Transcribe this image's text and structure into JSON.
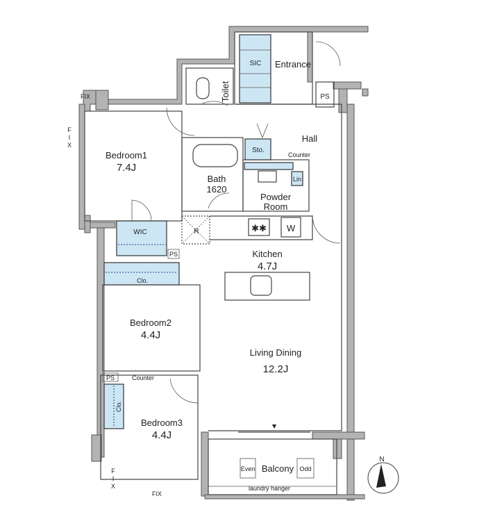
{
  "rooms": {
    "bedroom1": {
      "name": "Bedroom1",
      "size": "7.4J"
    },
    "bedroom2": {
      "name": "Bedroom2",
      "size": "4.4J"
    },
    "bedroom3": {
      "name": "Bedroom3",
      "size": "4.4J"
    },
    "kitchen": {
      "name": "Kitchen",
      "size": "4.7J"
    },
    "living": {
      "name": "Living Dining",
      "size": "12.2J"
    },
    "bath": {
      "name": "Bath",
      "size": "1620"
    },
    "powder": {
      "line1": "Powder",
      "line2": "Room"
    },
    "hall": "Hall",
    "entrance": "Entrance",
    "toilet": "Toilet",
    "balcony": "Balcony"
  },
  "labels": {
    "sic": "SIC",
    "ps": "PS",
    "sto": "Sto.",
    "counter": "Counter",
    "lin": "Lin",
    "w": "W",
    "r": "R",
    "wic": "WIC",
    "clo": "Clo.",
    "fix": "FIX",
    "f": "F",
    "i": "I",
    "x": "X",
    "even": "Even",
    "odd": "Odd",
    "laundry": "laundry hanger",
    "north": "N"
  },
  "colors": {
    "wall": "#b3b3b3",
    "storage": "#cde6f4"
  }
}
